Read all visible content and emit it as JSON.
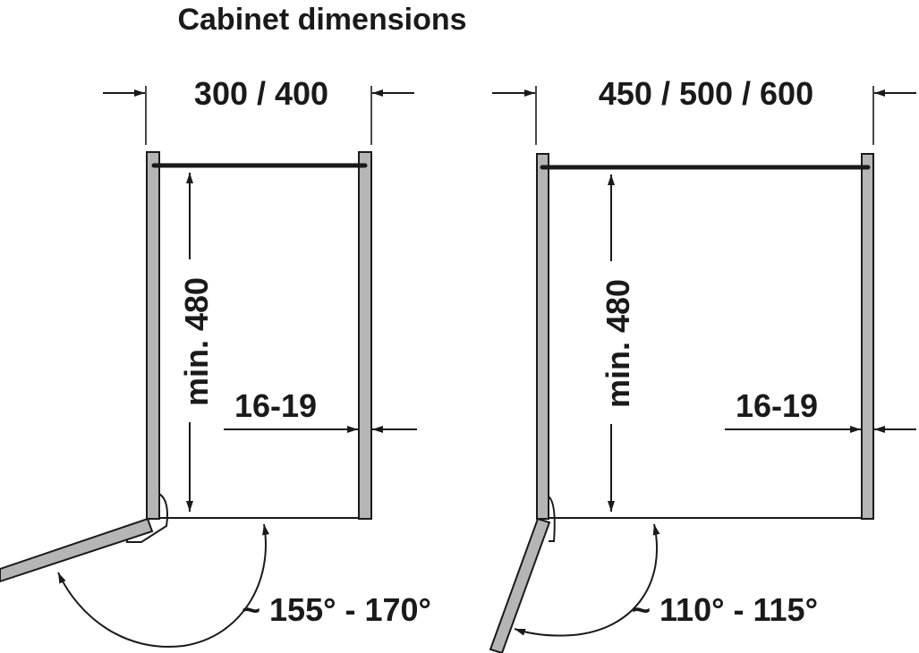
{
  "title": "Cabinet dimensions",
  "left_cabinet": {
    "width_label": "300 / 400",
    "depth_label": "min. 480",
    "thickness_label": "16-19",
    "angle_label": "~ 155° - 170°"
  },
  "right_cabinet": {
    "width_label": "450 / 500 / 600",
    "depth_label": "min. 480",
    "thickness_label": "16-19",
    "angle_label": "~ 110° - 115°"
  },
  "colors": {
    "line": "#1a1a1a",
    "panel_fill": "#b5b5b5",
    "background": "#ffffff"
  }
}
